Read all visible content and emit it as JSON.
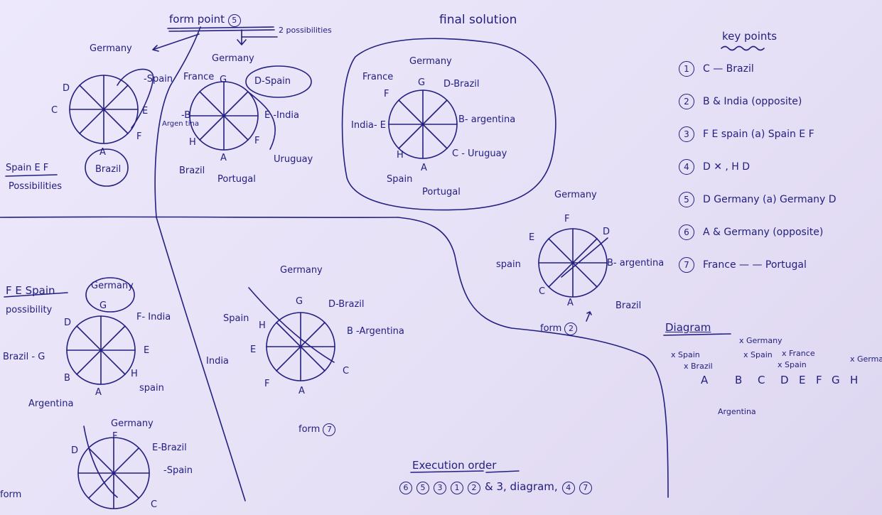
{
  "form_point5": {
    "title": "form point",
    "num": "5",
    "note": "2 possibilities"
  },
  "final": {
    "title": "final solution"
  },
  "keypoints": {
    "title": "key points",
    "items": [
      {
        "num": "1",
        "text": "C — Brazil"
      },
      {
        "num": "2",
        "text": "B & India (opposite)"
      },
      {
        "num": "3",
        "text": "F E spain (a) Spain E F"
      },
      {
        "num": "4",
        "text": "D ✕ , H D"
      },
      {
        "num": "5",
        "text": "D Germany (a) Germany D"
      },
      {
        "num": "6",
        "text": "A & Germany (opposite)"
      },
      {
        "num": "7",
        "text": "France — — Portugal"
      }
    ]
  },
  "spain_ef": {
    "title": "Spain E F",
    "sub": "Possibilities"
  },
  "fe_spain": {
    "title": "F E Spain",
    "sub": "possibility"
  },
  "diagram": {
    "title": "Diagram",
    "letters": [
      "A",
      "B",
      "C",
      "D",
      "E",
      "F",
      "G",
      "H"
    ],
    "notes": [
      "x Germany",
      "x Spain",
      "x Brazil",
      "x Spain",
      "x France",
      "x Spain",
      "x Germany",
      "Argentina"
    ]
  },
  "execution": {
    "title": "Execution order",
    "seq": [
      "6",
      "5",
      "3",
      "1",
      "2",
      "& 3, diagram,",
      "4",
      "7"
    ]
  },
  "labels": {
    "germany": "Germany",
    "spain": "-Spain",
    "spain2": "Spain",
    "spain3": "spain",
    "spain4": "-Spain",
    "france": "France",
    "india": "India",
    "india_dash": "E -India",
    "e_india": "India- E",
    "d_spain": "D-Spain",
    "uruguay": "Uruguay",
    "c_uruguay": "C - Uruguay",
    "brazil": "Brazil",
    "portugal": "Portugal",
    "argentina": "Argentina",
    "b_argentina": "B- argentina",
    "b_argentina2": "B -Argentina",
    "d_brazil": "D-Brazil",
    "argen_tina": "Argen tina",
    "f_india": "F- India",
    "brazil_g": "Brazil - G",
    "e_brazil": "E-Brazil",
    "form2": "form",
    "form2num": "2",
    "form7": "form",
    "form7num": "7",
    "form_edge": "form"
  }
}
